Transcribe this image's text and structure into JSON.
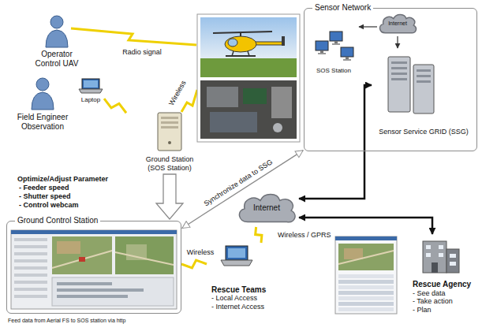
{
  "diagram": {
    "nodes": [
      {
        "text": [
          "Operator Control UAV"
        ]
      },
      {
        "text": [
          "Field Engineer Observation"
        ]
      },
      {
        "text": [
          "Laptop"
        ]
      },
      {
        "text": [
          "Ground Station (SOS Station)"
        ]
      },
      {
        "text": [
          "Sensor Network"
        ]
      },
      {
        "text": [
          "SOS Station"
        ],
        "in": 4
      },
      {
        "text": [
          "Internet"
        ],
        "in": 4
      },
      {
        "text": [
          "Sensor Service GRID (SSG)"
        ],
        "in": 4
      },
      {
        "text": [
          "Ground Control Station"
        ]
      },
      {
        "text": [
          "Internet"
        ]
      },
      {
        "text": [
          "Rescue Teams",
          "- Local Access",
          "- Internet Access"
        ]
      },
      {
        "text": [
          "Rescue Agency",
          "- See data",
          "- Take action",
          "- Plan"
        ]
      }
    ],
    "edges": [
      {
        "from": 2,
        "to": 3,
        "arrow": "none"
      },
      {
        "from": 3,
        "to": 8,
        "arrow": "to"
      },
      {
        "from": 6,
        "to": 5,
        "arrow": "to"
      },
      {
        "from": 6,
        "to": 7,
        "arrow": "to"
      },
      {
        "from": 8,
        "to": 4,
        "label": "Synchronize data to SSG",
        "arrow": "both"
      },
      {
        "from": 9,
        "to": 7,
        "arrow": "both"
      },
      {
        "from": 9,
        "to": 11,
        "arrow": "both"
      },
      {
        "from": 8,
        "to": 10,
        "label": "Wireless",
        "arrow": "none"
      },
      {
        "from": 10,
        "to": 9,
        "label": "Wireless / GPRS",
        "arrow": "none"
      }
    ],
    "labels": [
      "Radio signal",
      "Wireless",
      "Optimize/Adjust Parameter",
      "- Feeder speed",
      "- Shutter speed",
      "- Control webcam",
      "Feed data from Aerial FS to SOS station via http"
    ]
  }
}
